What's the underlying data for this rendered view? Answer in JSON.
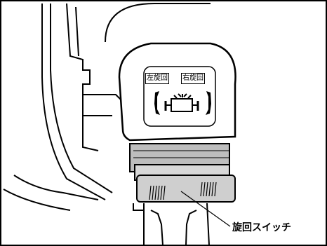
{
  "labels": {
    "left_rotation": "左旋回",
    "right_rotation": "右旋回",
    "callout": "旋回スイッチ"
  },
  "icons": [
    "rotate-left-arrow-icon",
    "motor-symbol-icon",
    "rotate-right-arrow-icon"
  ],
  "colors": {
    "line": "#000000",
    "background": "#ffffff",
    "switch_fill": "#cfcfcf",
    "grip_fill": "#d8d8d8"
  }
}
